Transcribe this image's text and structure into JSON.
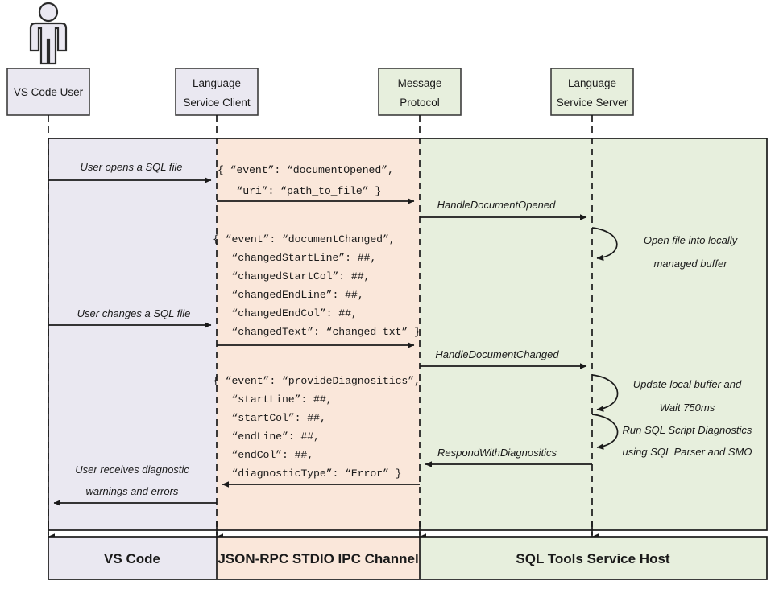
{
  "diagram": {
    "title": "SQL Tools Service sequence diagram",
    "colors": {
      "lavender": "#eae8f1",
      "peach": "#fae7da",
      "green": "#e7efdd",
      "stroke": "#1a1a1a"
    },
    "actor": {
      "name": "vs-code-user-actor"
    },
    "lifelines": [
      {
        "id": "vscode-user",
        "line1": "VS Code User",
        "line2": ""
      },
      {
        "id": "language-service-client",
        "line1": "Language",
        "line2": "Service Client"
      },
      {
        "id": "message-protocol",
        "line1": "Message",
        "line2": "Protocol"
      },
      {
        "id": "language-service-server",
        "line1": "Language",
        "line2": "Service Server"
      }
    ],
    "messages": [
      {
        "id": "user-opens-sql-file",
        "label": "User opens a SQL file"
      },
      {
        "id": "handle-document-opened",
        "label": "HandleDocumentOpened"
      },
      {
        "id": "user-changes-sql-file",
        "label": "User changes a SQL file"
      },
      {
        "id": "handle-document-changed",
        "label": "HandleDocumentChanged"
      },
      {
        "id": "respond-with-diagnositics",
        "label": "RespondWithDiagnositics"
      }
    ],
    "user_receives": {
      "line1": "User receives diagnostic",
      "line2": "warnings and errors"
    },
    "json_blocks": [
      {
        "id": "document-opened-payload",
        "lines": [
          "{ “event”: “documentOpened”,",
          "   “uri”: “path_to_file” }"
        ]
      },
      {
        "id": "document-changed-payload",
        "lines": [
          "{ “event”: “documentChanged”,",
          "   “changedStartLine”: ##,",
          "   “changedStartCol”: ##,",
          "   “changedEndLine”: ##,",
          "   “changedEndCol”: ##,",
          "   “changedText”: “changed txt” }"
        ]
      },
      {
        "id": "provide-diagnositics-payload",
        "lines": [
          "{ “event”: “provideDiagnositics”,",
          "   “startLine”: ##,",
          "   “startCol”: ##,",
          "   “endLine”: ##,",
          "   “endCol”: ##,",
          "   “diagnosticType”: “Error” }"
        ]
      }
    ],
    "self_notes": [
      {
        "id": "open-file-note",
        "line1": "Open file into locally",
        "line2": "managed buffer"
      },
      {
        "id": "update-buffer-note",
        "line1": "Update local buffer and",
        "line2": "Wait 750ms"
      },
      {
        "id": "run-diagnostics-note",
        "line1": "Run SQL Script Diagnostics",
        "line2": "using SQL Parser and SMO"
      }
    ],
    "footer": [
      {
        "id": "footer-vs-code",
        "label": "VS Code"
      },
      {
        "id": "footer-json-rpc",
        "label": "JSON-RPC STDIO IPC Channel"
      },
      {
        "id": "footer-sql-tools",
        "label": "SQL Tools Service Host"
      }
    ]
  }
}
